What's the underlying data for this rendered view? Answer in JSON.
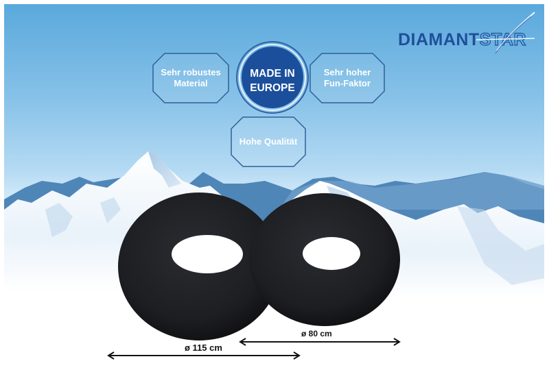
{
  "brand": {
    "name_part1": "DIAMANT",
    "name_part2": "STAR",
    "primary_color": "#1f4f9a"
  },
  "badge": {
    "line1": "MADE IN",
    "line2": "EUROPE",
    "fill_color": "#1b4f9c"
  },
  "features": [
    {
      "line1": "Sehr robustes",
      "line2": "Material"
    },
    {
      "line1": "Sehr hoher",
      "line2": "Fun-Faktor"
    },
    {
      "line1": "Hohe Qualität",
      "line2": ""
    }
  ],
  "products": [
    {
      "name": "large-tube",
      "diameter_label": "ø 115 cm"
    },
    {
      "name": "small-tube",
      "diameter_label": "ø 80 cm"
    }
  ],
  "colors": {
    "sky_top": "#5aa9dc",
    "sky_bottom": "#cfe8f8",
    "mountain_far": "#4f86b8",
    "snow": "#ffffff",
    "tube": "#1c1d20"
  }
}
